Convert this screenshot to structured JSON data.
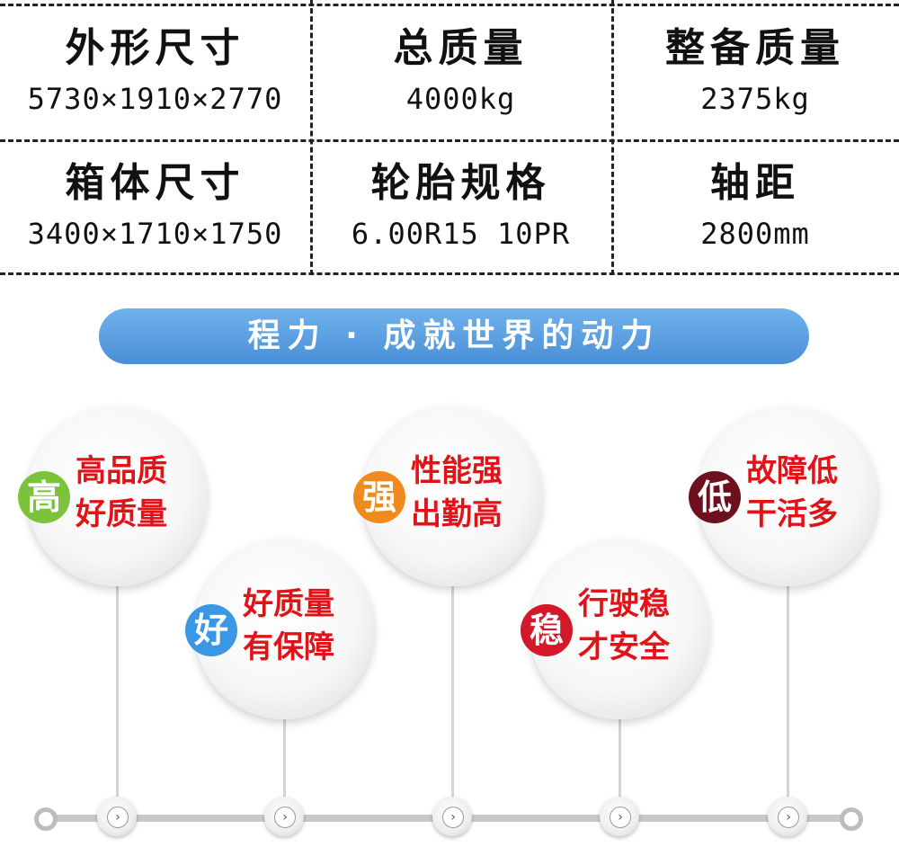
{
  "specs": [
    {
      "label": "外形尺寸",
      "value": "5730×1910×2770"
    },
    {
      "label": "总质量",
      "value": "4000kg"
    },
    {
      "label": "整备质量",
      "value": "2375kg"
    },
    {
      "label": "箱体尺寸",
      "value": "3400×1710×1750"
    },
    {
      "label": "轮胎规格",
      "value": "6.00R15 10PR"
    },
    {
      "label": "轴距",
      "value": "2800mm"
    }
  ],
  "banner": "程力 · 成就世界的动力",
  "features": [
    {
      "badge": "高",
      "color": "#7cc23a",
      "line1": "高品质",
      "line2": "好质量"
    },
    {
      "badge": "好",
      "color": "#3a97e6",
      "line1": "好质量",
      "line2": "有保障"
    },
    {
      "badge": "强",
      "color": "#f08a1c",
      "line1": "性能强",
      "line2": "出勤高"
    },
    {
      "badge": "稳",
      "color": "#d3182a",
      "line1": "行驶稳",
      "line2": "才安全"
    },
    {
      "badge": "低",
      "color": "#6e0f1e",
      "line1": "故障低",
      "line2": "干活多"
    }
  ],
  "timeline_icons": [
    "arrow-right-icon",
    "arrow-right-icon",
    "arrow-right-icon",
    "arrow-right-icon",
    "arrow-right-icon"
  ]
}
